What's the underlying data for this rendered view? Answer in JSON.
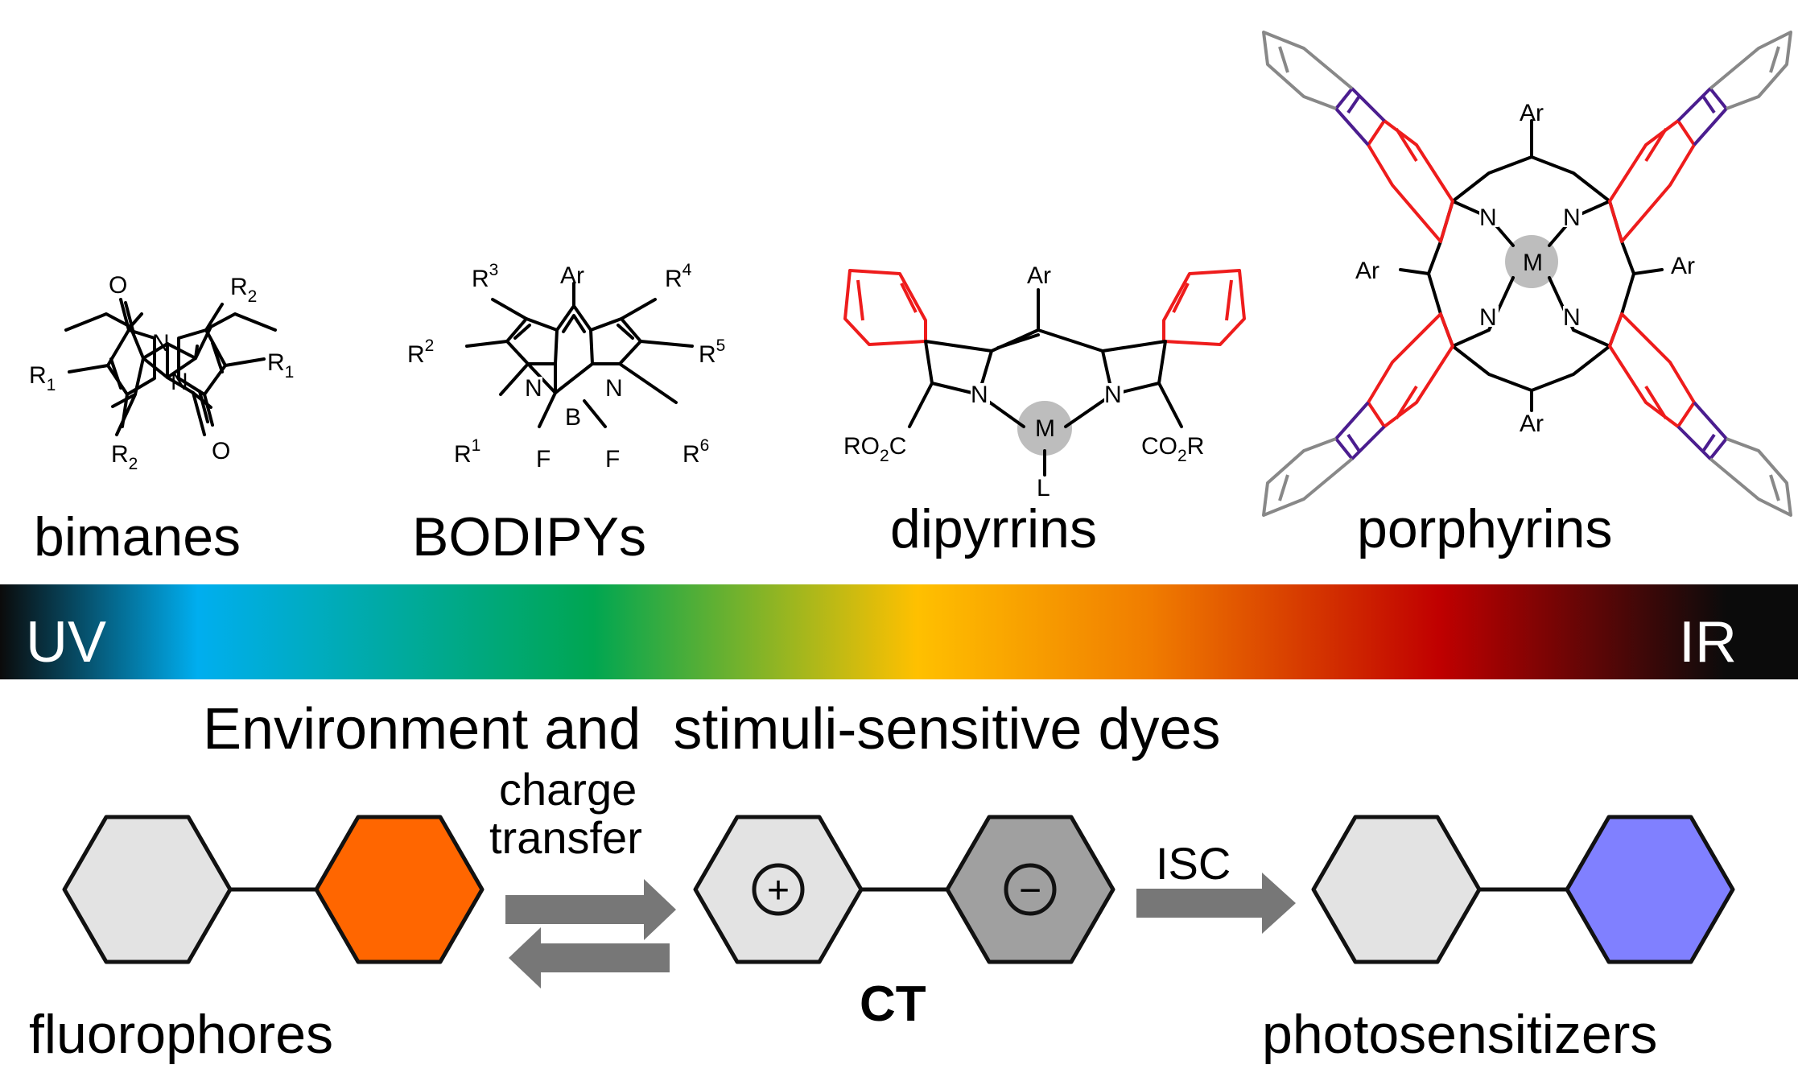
{
  "dye_classes": [
    {
      "name": "bimanes"
    },
    {
      "name": "BODIPYs"
    },
    {
      "name": "dipyrrins"
    },
    {
      "name": "porphyrins"
    }
  ],
  "atoms": {
    "O": "O",
    "N": "N",
    "B": "B",
    "F": "F",
    "M": "M",
    "L": "L",
    "Ar": "Ar",
    "R": "R",
    "R1_sup": "1",
    "R2_sup": "2",
    "R3_sup": "3",
    "R4_sup": "4",
    "R5_sup": "5",
    "R6_sup": "6",
    "RO2C": [
      "RO",
      "2",
      "C"
    ],
    "CO2R": [
      "CO",
      "2",
      "R"
    ]
  },
  "spectrum": {
    "left_label": "UV",
    "right_label": "IR",
    "stops": [
      "#0b0b0b",
      "#00aeef",
      "#00a651",
      "#ffc000",
      "#f07c00",
      "#c00000",
      "#0b0b0b"
    ]
  },
  "heading": "Environment and  stimuli-sensitive dyes",
  "scheme": {
    "charge_transfer": [
      "charge",
      "transfer"
    ],
    "isc": "ISC",
    "ct": "CT",
    "plus": "+",
    "minus": "−",
    "fluorophores": "fluorophores",
    "photosensitizers": "photosensitizers",
    "colors": {
      "donor_hex": "#e3e3e3",
      "acceptor_orange": "#ff6600",
      "acceptor_gray": "#a0a0a0",
      "acceptor_blue": "#8080ff",
      "arrow": "#777777",
      "metal_circle": "#bdbdbd"
    }
  }
}
